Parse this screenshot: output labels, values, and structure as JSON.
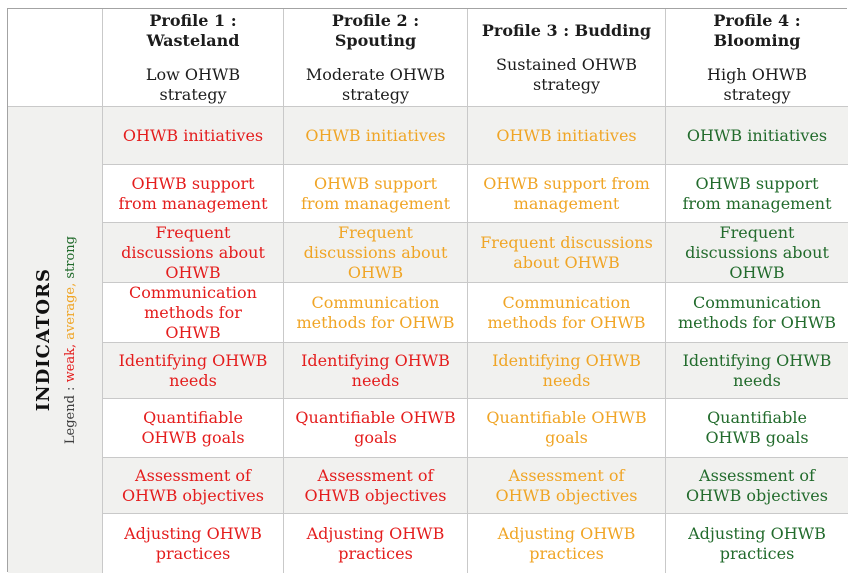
{
  "figure": {
    "sidebar": {
      "title": "INDICATORS",
      "legend": {
        "label": "Legend :",
        "items": [
          {
            "text": "weak,",
            "status": "weak"
          },
          {
            "text": "average,",
            "status": "average"
          },
          {
            "text": "strong",
            "status": "strong"
          }
        ]
      }
    },
    "profiles": [
      {
        "title": "Profile 1 : Wasteland",
        "subtitle": "Low OHWB strategy"
      },
      {
        "title": "Profile 2 : Spouting",
        "subtitle": "Moderate OHWB strategy"
      },
      {
        "title": "Profile 3 : Budding",
        "subtitle": "Sustained OHWB strategy"
      },
      {
        "title": "Profile 4 : Blooming",
        "subtitle": "High OHWB strategy"
      }
    ],
    "indicators": [
      "OHWB initiatives",
      "OHWB support from management",
      "Frequent discussions about OHWB",
      "Communication methods for OHWB",
      "Identifying OHWB needs",
      "Quantifiable OHWB goals",
      "Assessment of OHWB objectives",
      "Adjusting OHWB practices"
    ],
    "ratings": [
      [
        "weak",
        "weak",
        "weak",
        "weak",
        "weak",
        "weak",
        "weak",
        "weak"
      ],
      [
        "average",
        "average",
        "average",
        "average",
        "weak",
        "weak",
        "weak",
        "weak"
      ],
      [
        "average",
        "average",
        "average",
        "average",
        "average",
        "average",
        "average",
        "average"
      ],
      [
        "strong",
        "strong",
        "strong",
        "strong",
        "strong",
        "strong",
        "strong",
        "strong"
      ]
    ],
    "status_colors": {
      "weak": "#e41d1d",
      "average": "#f0a526",
      "strong": "#226b2c"
    }
  },
  "chart_data": {
    "type": "table",
    "title": "OHWB strategy profiles by indicator",
    "columns": [
      "Profile 1 : Wasteland",
      "Profile 2 : Spouting",
      "Profile 3 : Budding",
      "Profile 4 : Blooming"
    ],
    "rows": [
      "OHWB initiatives",
      "OHWB support from management",
      "Frequent discussions about OHWB",
      "Communication methods for OHWB",
      "Identifying OHWB needs",
      "Quantifiable OHWB goals",
      "Assessment of OHWB objectives",
      "Adjusting OHWB practices"
    ],
    "values": [
      [
        "weak",
        "average",
        "average",
        "strong"
      ],
      [
        "weak",
        "average",
        "average",
        "strong"
      ],
      [
        "weak",
        "average",
        "average",
        "strong"
      ],
      [
        "weak",
        "average",
        "average",
        "strong"
      ],
      [
        "weak",
        "weak",
        "average",
        "strong"
      ],
      [
        "weak",
        "weak",
        "average",
        "strong"
      ],
      [
        "weak",
        "weak",
        "average",
        "strong"
      ],
      [
        "weak",
        "weak",
        "average",
        "strong"
      ]
    ],
    "legend": [
      "weak",
      "average",
      "strong"
    ]
  }
}
